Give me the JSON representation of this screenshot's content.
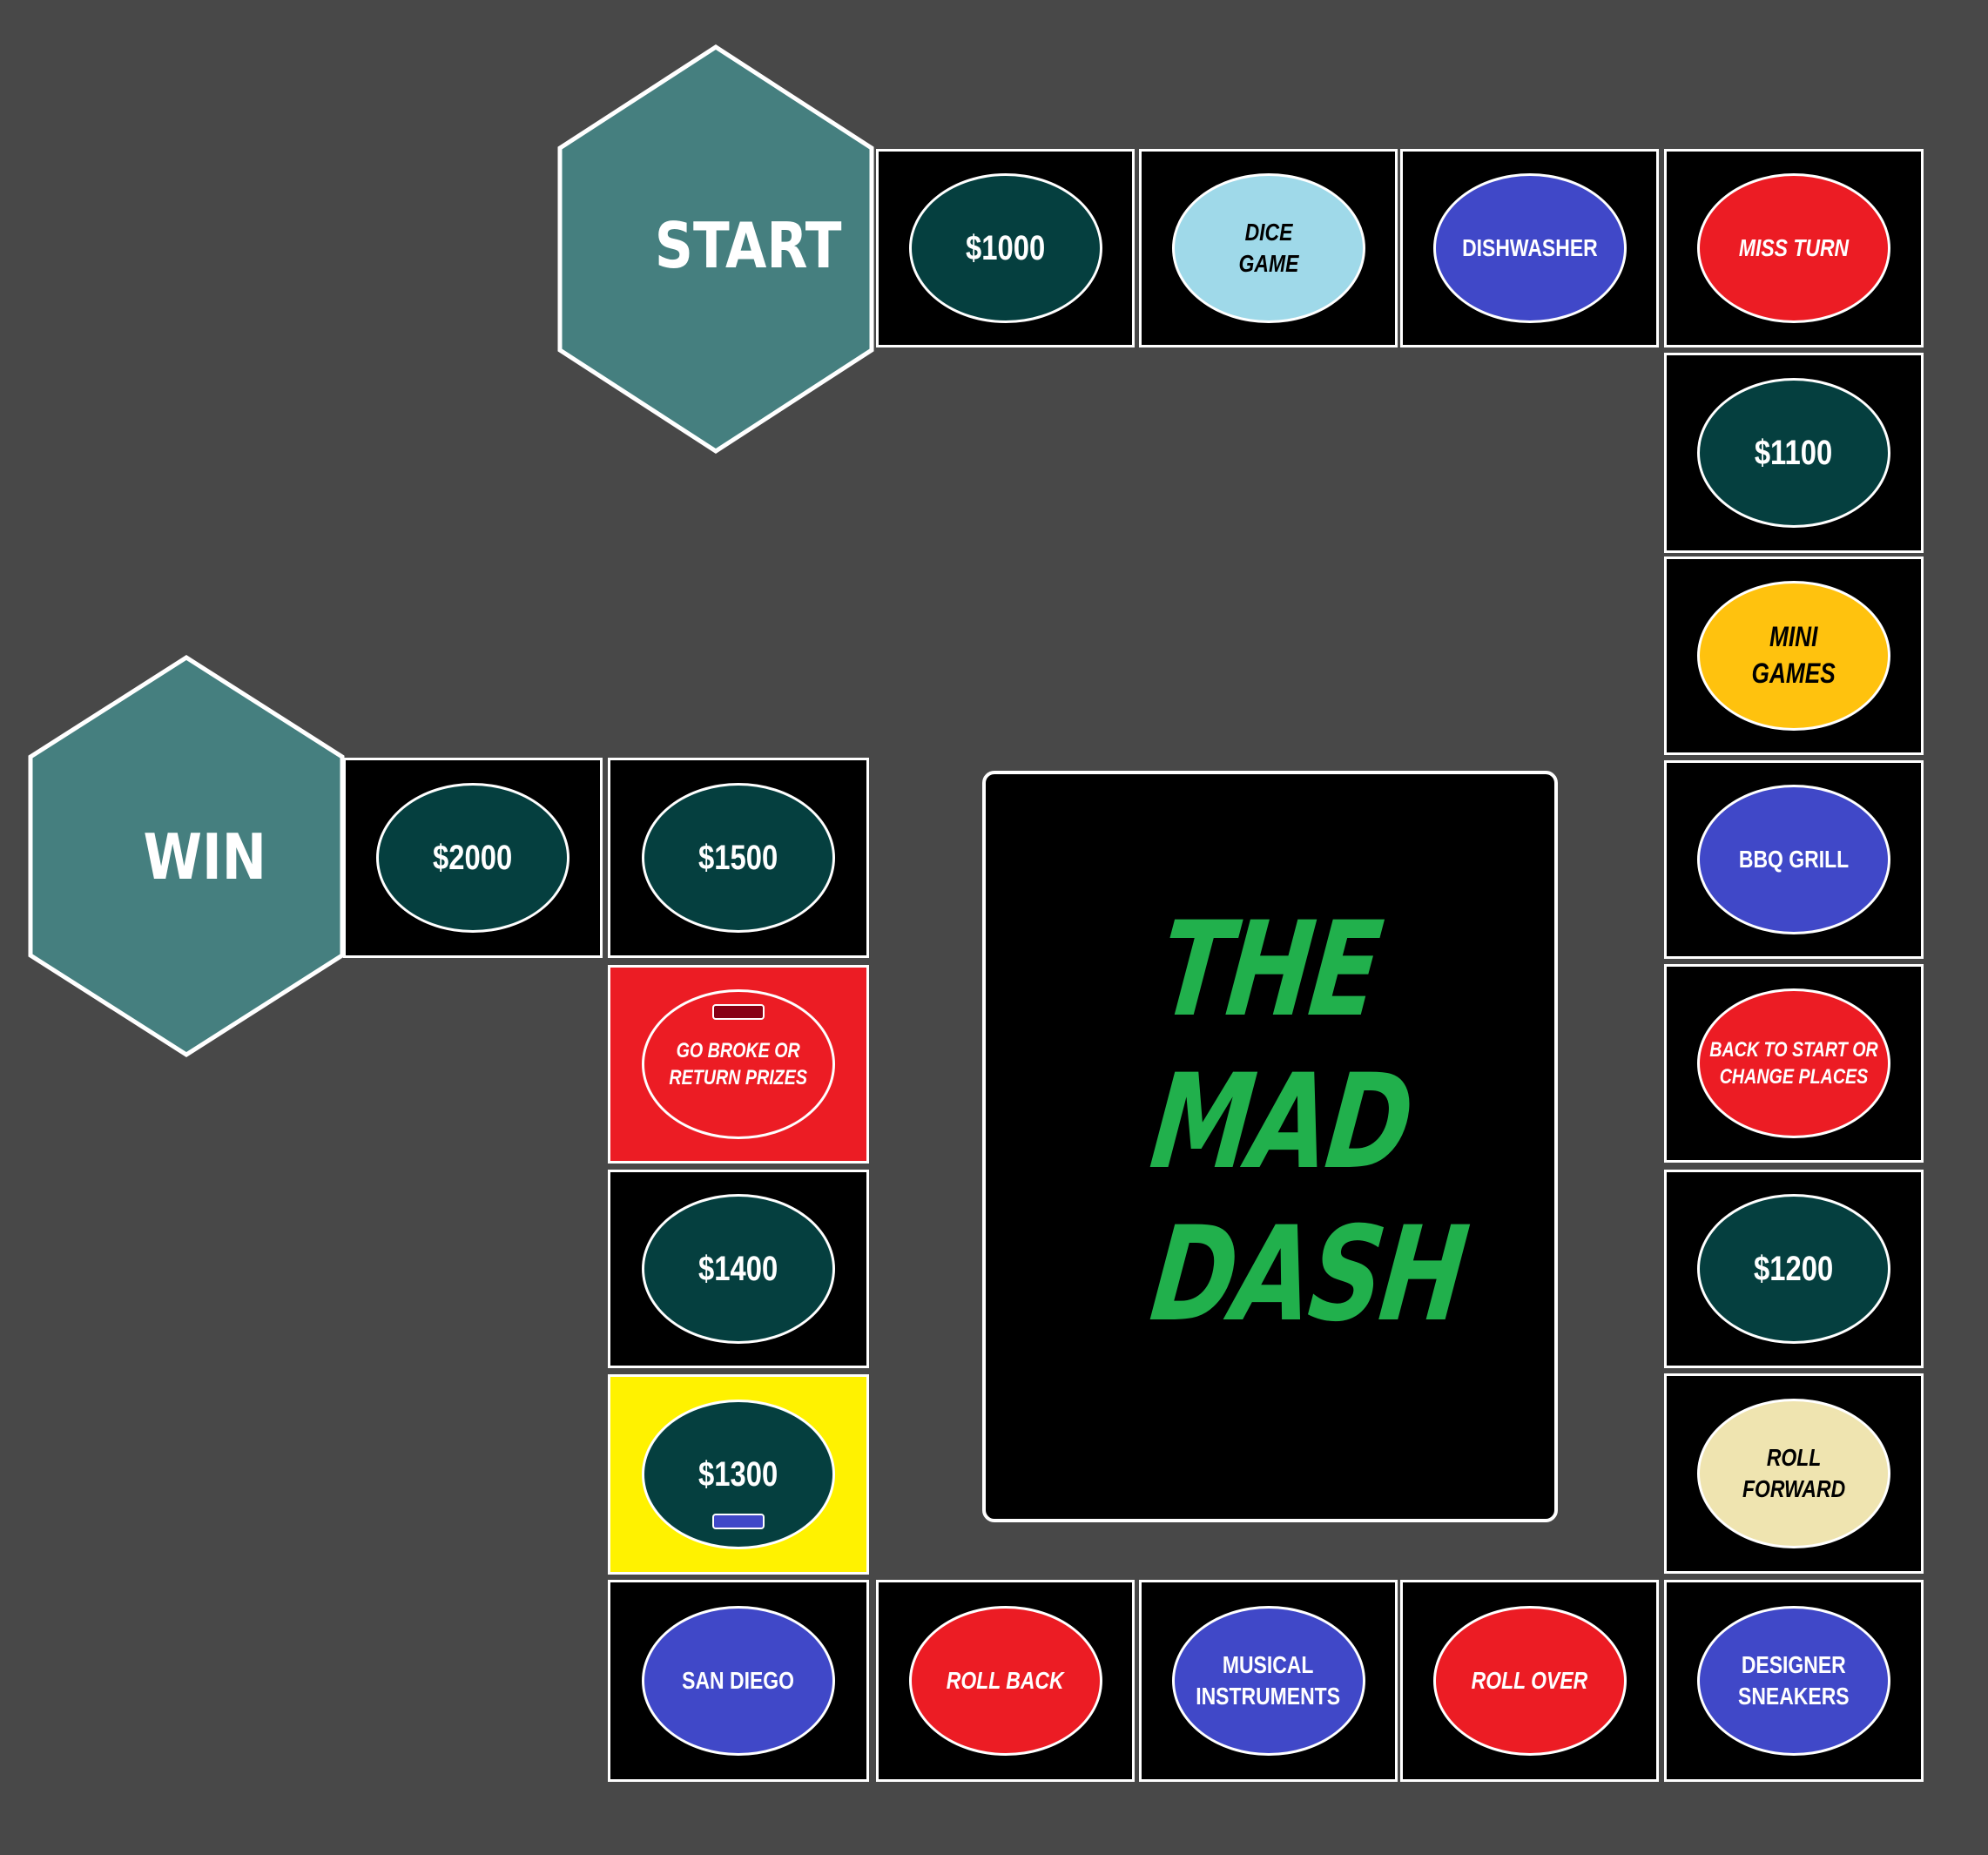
{
  "board": {
    "background_color": "#484848",
    "start_label": "START",
    "win_label": "WIN",
    "title_lines": [
      "THE",
      "MAD",
      "DASH"
    ],
    "title_color": "#21b04c",
    "hex_color": "#457f7f"
  },
  "spaces": [
    {
      "id": "space-1000",
      "label": "$1000",
      "type": "money",
      "oval_color": "#053f3f"
    },
    {
      "id": "space-dice-game",
      "label": "DICE\nGAME",
      "type": "mini-game",
      "oval_color": "#9fd9e9"
    },
    {
      "id": "space-dishwasher",
      "label": "DISHWASHER",
      "type": "prize",
      "oval_color": "#4048c8"
    },
    {
      "id": "space-miss-turn",
      "label": "MISS TURN",
      "type": "action",
      "oval_color": "#ec1c24"
    },
    {
      "id": "space-1100",
      "label": "$1100",
      "type": "money",
      "oval_color": "#053f3f"
    },
    {
      "id": "space-mini-games",
      "label": "MINI\nGAMES",
      "type": "mini-game",
      "oval_color": "#ffc20e"
    },
    {
      "id": "space-bbq-grill",
      "label": "BBQ GRILL",
      "type": "prize",
      "oval_color": "#4048c8"
    },
    {
      "id": "space-back-to-start",
      "label": "BACK TO START OR\nCHANGE PLACES",
      "type": "action",
      "oval_color": "#ec1c24"
    },
    {
      "id": "space-1200",
      "label": "$1200",
      "type": "money",
      "oval_color": "#053f3f"
    },
    {
      "id": "space-roll-forward",
      "label": "ROLL\nFORWARD",
      "type": "action",
      "oval_color": "#efe4b0"
    },
    {
      "id": "space-designer-sneakers",
      "label": "DESIGNER\nSNEAKERS",
      "type": "prize",
      "oval_color": "#4048c8"
    },
    {
      "id": "space-roll-over",
      "label": "ROLL OVER",
      "type": "action",
      "oval_color": "#ec1c24"
    },
    {
      "id": "space-musical-instruments",
      "label": "MUSICAL\nINSTRUMENTS",
      "type": "prize",
      "oval_color": "#4048c8"
    },
    {
      "id": "space-roll-back",
      "label": "ROLL BACK",
      "type": "action",
      "oval_color": "#ec1c24"
    },
    {
      "id": "space-san-diego",
      "label": "SAN DIEGO",
      "type": "prize",
      "oval_color": "#4048c8"
    },
    {
      "id": "space-1300",
      "label": "$1300",
      "type": "money",
      "oval_color": "#053f3f",
      "tile_color": "#fff200",
      "chip_color": "#4048c8"
    },
    {
      "id": "space-1400",
      "label": "$1400",
      "type": "money",
      "oval_color": "#053f3f"
    },
    {
      "id": "space-go-broke",
      "label": "GO BROKE OR\nRETURN PRIZES",
      "type": "action",
      "oval_color": "#ec1c24",
      "tile_color": "#ec1c24",
      "chip_color": "#880015"
    },
    {
      "id": "space-1500",
      "label": "$1500",
      "type": "money",
      "oval_color": "#053f3f"
    },
    {
      "id": "space-2000",
      "label": "$2000",
      "type": "money",
      "oval_color": "#053f3f"
    }
  ]
}
